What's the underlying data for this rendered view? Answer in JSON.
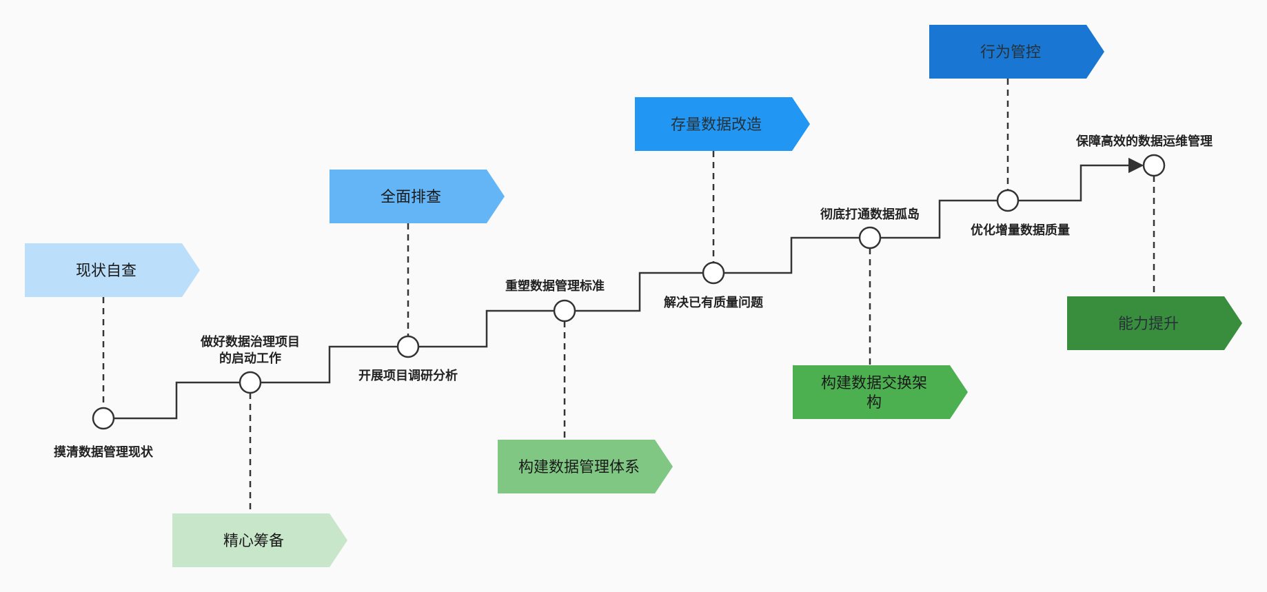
{
  "colors": {
    "line": "#333333",
    "tag_dark_text": "#1a1a1a",
    "tag_light_text": "#263238"
  },
  "steps": [
    {
      "label": [
        "摸清数据管理现状"
      ],
      "tag": {
        "text": [
          "现状自查"
        ],
        "color": "#bbdefb",
        "text_color": "#1a1a1a"
      }
    },
    {
      "label": [
        "做好数据治理项目",
        "的启动工作"
      ],
      "tag": {
        "text": [
          "精心筹备"
        ],
        "color": "#c8e6c9",
        "text_color": "#1a1a1a"
      }
    },
    {
      "label": [
        "开展项目调研分析"
      ],
      "tag": {
        "text": [
          "全面排查"
        ],
        "color": "#64b5f6",
        "text_color": "#1a1a1a"
      }
    },
    {
      "label": [
        "重塑数据管理标准"
      ],
      "tag": {
        "text": [
          "构建数据管理体系"
        ],
        "color": "#81c784",
        "text_color": "#1a1a1a"
      }
    },
    {
      "label": [
        "解决已有质量问题"
      ],
      "tag": {
        "text": [
          "存量数据改造"
        ],
        "color": "#2196f3",
        "text_color": "#263238"
      }
    },
    {
      "label": [
        "彻底打通数据孤岛"
      ],
      "tag": {
        "text": [
          "构建数据交换架",
          "构"
        ],
        "color": "#4caf50",
        "text_color": "#1a1a1a"
      }
    },
    {
      "label": [
        "优化增量数据质量"
      ],
      "tag": {
        "text": [
          "行为管控"
        ],
        "color": "#1976d2",
        "text_color": "#263238"
      }
    },
    {
      "label": [
        "保障高效的数据运维管理"
      ],
      "tag": {
        "text": [
          "能力提升"
        ],
        "color": "#388e3c",
        "text_color": "#263238"
      }
    }
  ]
}
